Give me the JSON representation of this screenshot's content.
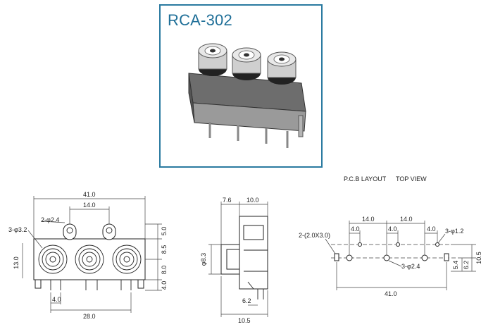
{
  "product": {
    "title": "RCA-302"
  },
  "labels": {
    "pcb": "P.C.B LAYOUT",
    "top": "TOP VIEW"
  },
  "front": {
    "w41": "41.0",
    "w14": "14.0",
    "w28": "28.0",
    "w4": "4.0",
    "d24": "2-φ2.4",
    "d32": "3-φ3.2",
    "h13": "13.0",
    "h50": "5.0",
    "h85": "8.5",
    "h80": "8.0",
    "h40": "4.0"
  },
  "side": {
    "w76": "7.6",
    "w100": "10.0",
    "d83": "φ8.3",
    "w62": "6.2",
    "w105": "10.5"
  },
  "pcb": {
    "w14a": "14.0",
    "w14b": "14.0",
    "w4a": "4.0",
    "w4b": "4.0",
    "w4c": "4.0",
    "slot": "2-(2.0X3.0)",
    "d12": "3-φ1.2",
    "d24": "3-φ2.4",
    "h54": "5.4",
    "h62": "6.2",
    "h105": "10.5",
    "w41": "41.0"
  }
}
